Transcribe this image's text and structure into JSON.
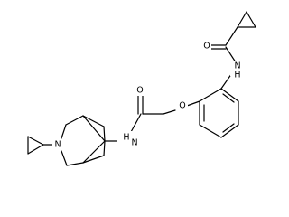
{
  "molecule": {
    "atoms": {
      "o_carbonyl_top": "O",
      "nh_top": "N",
      "h_top": "H",
      "o_ether": "O",
      "o_carbonyl_mid": "O",
      "nh_mid": "N",
      "h_mid": "H",
      "n_ring": "N"
    }
  }
}
